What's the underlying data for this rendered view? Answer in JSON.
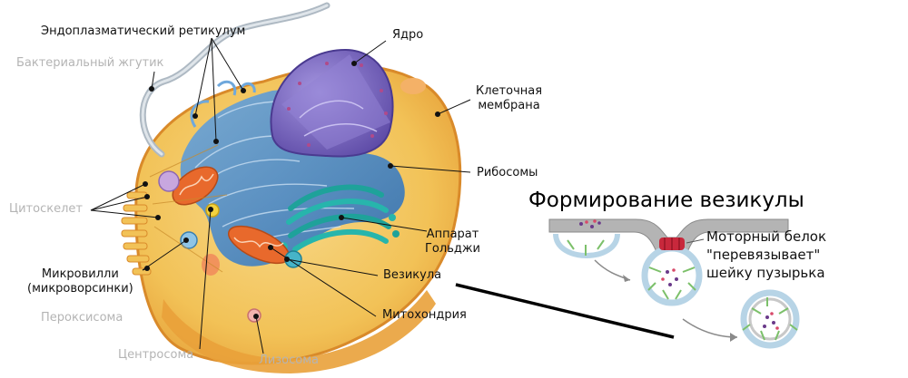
{
  "cell_labels": {
    "er": "Эндоплазматический ретикулум",
    "flagellum": "Бактериальный жгутик",
    "nucleus": "Ядро",
    "membrane_line1": "Клеточная",
    "membrane_line2": "мембрана",
    "ribosomes": "Рибосомы",
    "cytoskeleton": "Цитоскелет",
    "golgi_line1": "Аппарат",
    "golgi_line2": "Гольджи",
    "microvilli_line1": "Микровилли",
    "microvilli_line2": "(микроворсинки)",
    "vesicle": "Везикула",
    "peroxisome": "Пероксисома",
    "mitochondria": "Митохондрия",
    "centrosome": "Центросома",
    "lysosome": "Лизосома"
  },
  "vesicle_panel": {
    "title": "Формирование везикулы",
    "motor_line1": "Моторный белок",
    "motor_line2": "\"перевязывает\"",
    "motor_line3": "шейку пузырька"
  },
  "colors": {
    "cytoplasm": "#f2c257",
    "er": "#4f8fcf",
    "nucleus": "#7a68c0",
    "golgi": "#1ea29a",
    "mitochondria": "#e8692c",
    "membrane_rim": "#e9a13a",
    "vesicle_membrane": "#b7d4e6",
    "motor_protein": "#c8283c"
  }
}
